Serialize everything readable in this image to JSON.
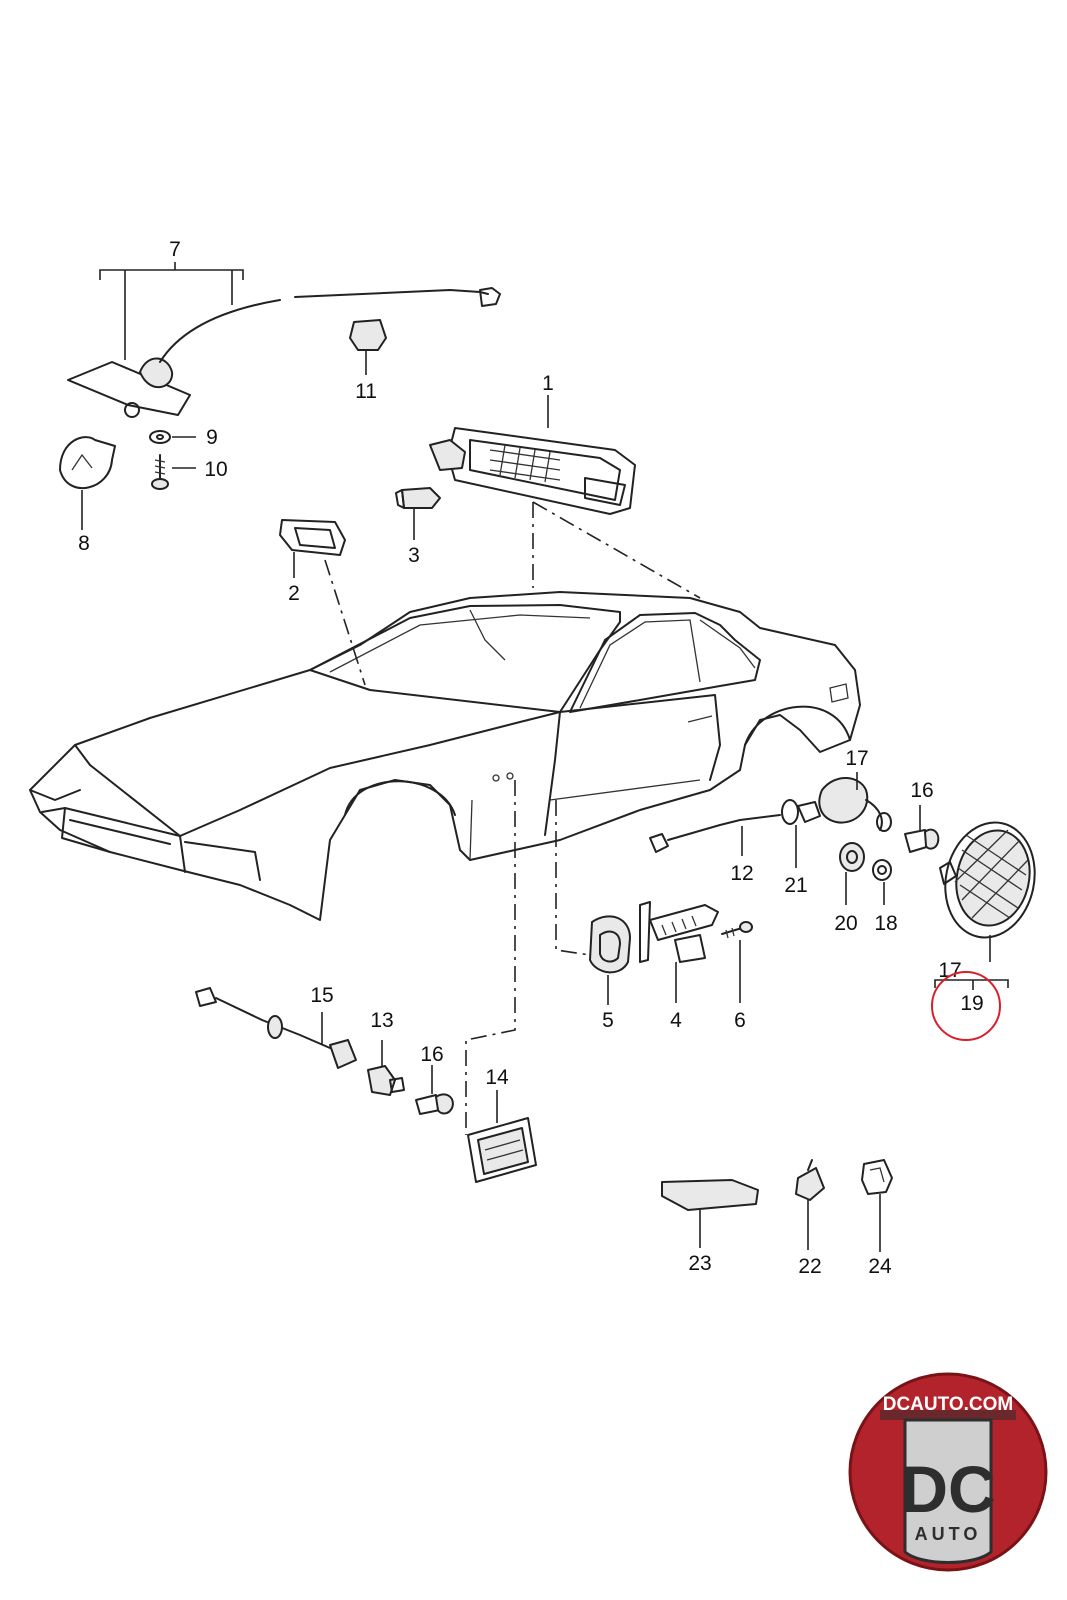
{
  "callouts": {
    "c1": "1",
    "c2": "2",
    "c3": "3",
    "c4": "4",
    "c5": "5",
    "c6": "6",
    "c7": "7",
    "c8": "8",
    "c9": "9",
    "c10": "10",
    "c11": "11",
    "c12": "12",
    "c13": "13",
    "c14": "14",
    "c15": "15",
    "c16a": "16",
    "c16b": "16",
    "c17a": "17",
    "c17b": "17",
    "c18": "18",
    "c19": "19",
    "c20": "20",
    "c21": "21",
    "c22": "22",
    "c23": "23",
    "c24": "24"
  },
  "highlight": {
    "part": "19",
    "color": "#d8202a"
  },
  "logo": {
    "site": "DCAUTO.COM",
    "mark": "DC",
    "sub": "AUTO",
    "colors": {
      "red": "#b3232b",
      "dark": "#2e2e2e",
      "silver": "#cfcfcf"
    }
  }
}
